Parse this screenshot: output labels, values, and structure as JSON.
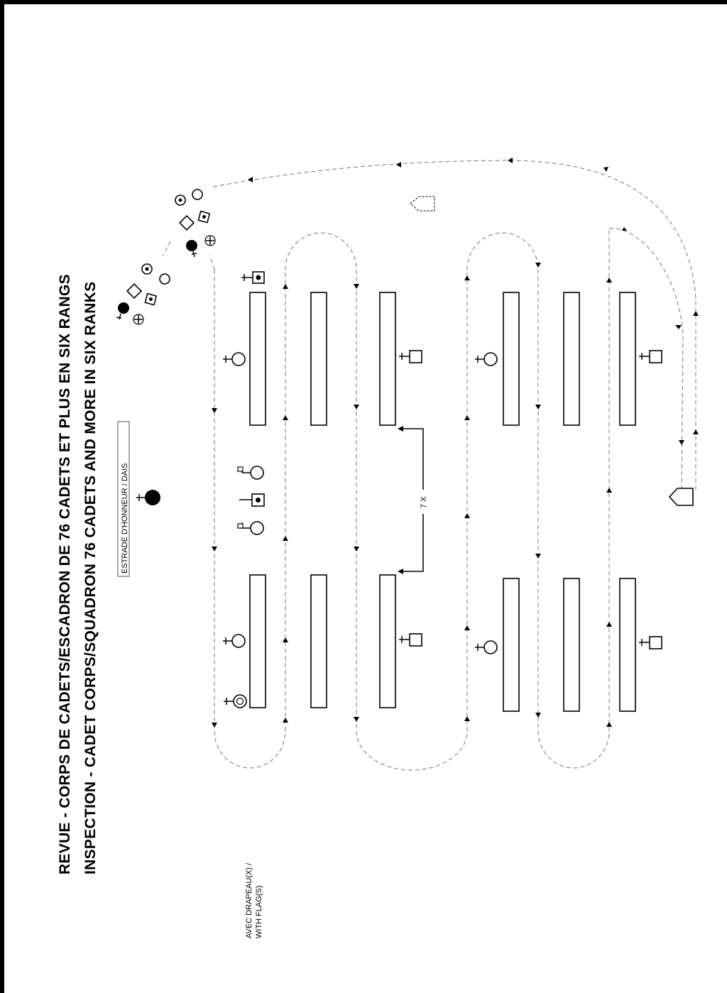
{
  "title": {
    "line1": "REVUE - CORPS DE CADETS/ESCADRON DE 76 CADETS ET PLUS EN SIX RANGS",
    "line2": "INSPECTION - CADET CORPS/SQUADRON 76 CADETS AND MORE IN SIX RANKS"
  },
  "labels": {
    "dais": "ESTRADE D'HONNEUR / DAIS",
    "repeat": "7 X",
    "legend_flag_line1": "AVEC DRAPEAU(X) /",
    "legend_flag_line2": "WITH FLAG(S)"
  },
  "symbols": {
    "reviewing_officer": "filled-circle-person",
    "officer": "circle-person",
    "commanding_officer": "double-circle-person",
    "squad_leader": "square-person",
    "warrant_officer": "square-dot-person",
    "flag_bearer": "circle-flag-person",
    "vehicle": "pentagon-vehicle",
    "inspection_party": "inspection-party-group"
  },
  "colors": {
    "ink": "#000000",
    "route": "#777777",
    "paper": "#ffffff"
  }
}
